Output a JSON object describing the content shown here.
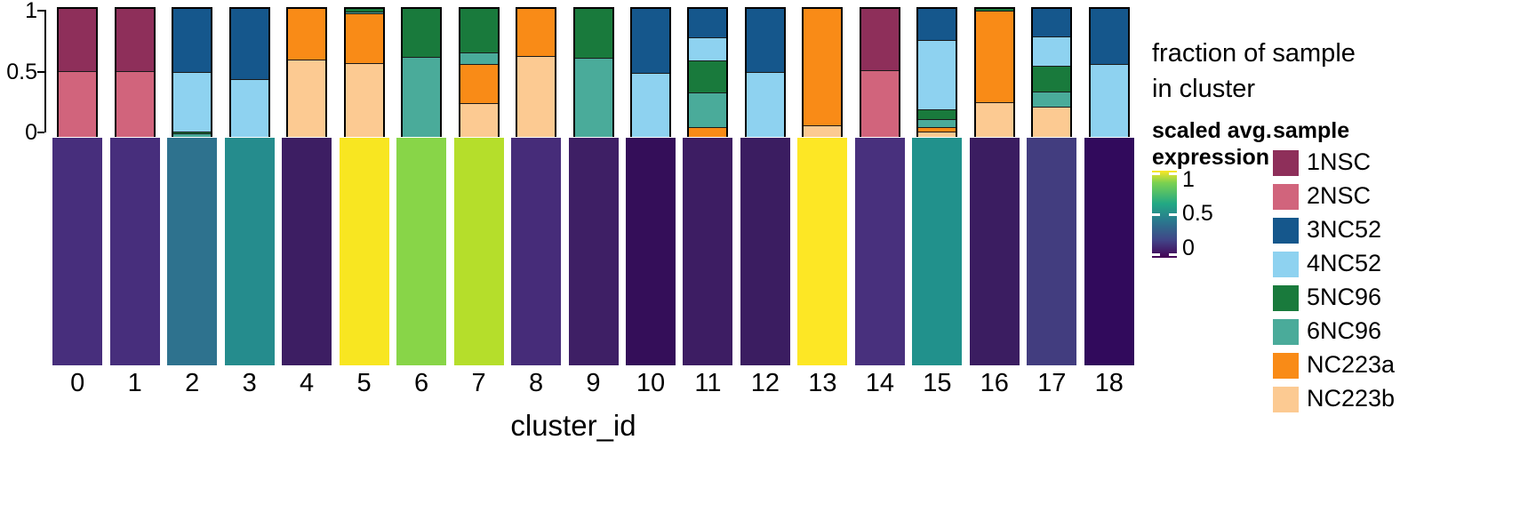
{
  "chart_data": {
    "type": "bar",
    "title": "",
    "xlabel": "cluster_id",
    "ylabel": "fraction of sample in cluster",
    "ylim": [
      0,
      1
    ],
    "yticks": [
      "0",
      "0.5",
      "1"
    ],
    "ytick_values": [
      0,
      0.5,
      1
    ],
    "grid": false,
    "stacked": true,
    "categories": [
      "0",
      "1",
      "2",
      "3",
      "4",
      "5",
      "6",
      "7",
      "8",
      "9",
      "10",
      "11",
      "12",
      "13",
      "14",
      "15",
      "16",
      "17",
      "18"
    ],
    "series": [
      {
        "name": "1NSC",
        "color": "#8e2f5a",
        "values": [
          0.49,
          0.49,
          0.0,
          0.0,
          0.0,
          0.0,
          0.0,
          0.0,
          0.0,
          0.0,
          0.0,
          0.0,
          0.0,
          0.0,
          0.485,
          0.0,
          0.0,
          0.0,
          0.0
        ]
      },
      {
        "name": "2NSC",
        "color": "#d1647c",
        "values": [
          0.51,
          0.51,
          0.0,
          0.0,
          0.0,
          0.0,
          0.0,
          0.0,
          0.0,
          0.0,
          0.0,
          0.0,
          0.0,
          0.0,
          0.515,
          0.0,
          0.0,
          0.0,
          0.0
        ]
      },
      {
        "name": "3NC52",
        "color": "#15578c",
        "values": [
          0.0,
          0.0,
          0.5,
          0.555,
          0.0,
          0.0,
          0.0,
          0.0,
          0.0,
          0.0,
          0.505,
          0.23,
          0.5,
          0.0,
          0.0,
          0.25,
          0.0,
          0.22,
          0.44
        ]
      },
      {
        "name": "4NC52",
        "color": "#8ed2f0",
        "values": [
          0.0,
          0.0,
          0.465,
          0.445,
          0.0,
          0.0,
          0.0,
          0.0,
          0.0,
          0.0,
          0.495,
          0.18,
          0.5,
          0.0,
          0.0,
          0.54,
          0.0,
          0.23,
          0.56
        ]
      },
      {
        "name": "5NC96",
        "color": "#197a3c",
        "values": [
          0.0,
          0.0,
          0.015,
          0.0,
          0.0,
          0.03,
          0.38,
          0.345,
          0.0,
          0.39,
          0.0,
          0.25,
          0.0,
          0.0,
          0.0,
          0.075,
          0.02,
          0.2,
          0.0
        ]
      },
      {
        "name": "6NC96",
        "color": "#4aab9a",
        "values": [
          0.0,
          0.0,
          0.02,
          0.0,
          0.0,
          0.015,
          0.62,
          0.09,
          0.0,
          0.61,
          0.0,
          0.27,
          0.0,
          0.0,
          0.0,
          0.065,
          0.0,
          0.12,
          0.0
        ]
      },
      {
        "name": "NC223a",
        "color": "#f98b17",
        "values": [
          0.0,
          0.0,
          0.0,
          0.0,
          0.405,
          0.385,
          0.0,
          0.31,
          0.375,
          0.0,
          0.0,
          0.07,
          0.0,
          0.92,
          0.0,
          0.035,
          0.715,
          0.0,
          0.0
        ]
      },
      {
        "name": "NC223b",
        "color": "#fcca92",
        "values": [
          0.0,
          0.0,
          0.0,
          0.0,
          0.595,
          0.57,
          0.0,
          0.255,
          0.625,
          0.0,
          0.0,
          0.0,
          0.0,
          0.08,
          0.0,
          0.035,
          0.265,
          0.23,
          0.0
        ]
      }
    ],
    "heatmap": {
      "name": "scaled avg. expression",
      "range": [
        0,
        1
      ],
      "ticks": [
        "0",
        "0.5",
        "1"
      ],
      "values": [
        0.21,
        0.21,
        0.46,
        0.53,
        0.13,
        0.98,
        0.87,
        0.9,
        0.21,
        0.17,
        0.1,
        0.13,
        0.13,
        0.98,
        0.22,
        0.53,
        0.13,
        0.16,
        0.06
      ],
      "colors": [
        "#472e7c",
        "#472e7c",
        "#2e728e",
        "#258c8d",
        "#3d1e63",
        "#f8e621",
        "#88d548",
        "#b5de2b",
        "#462c79",
        "#3e1f65",
        "#340e59",
        "#3d1d63",
        "#3b1d61",
        "#fde725",
        "#48307d",
        "#21918c",
        "#3b1d61",
        "#423d7f",
        "#310a5c"
      ]
    }
  },
  "axes": {
    "y_title_line1": "fraction of sample",
    "y_title_line2": "in cluster",
    "x_title": "cluster_id"
  },
  "legends": {
    "gradient": {
      "title_line1": "scaled avg.",
      "title_line2": "expression",
      "labels": [
        "1",
        "0.5",
        "0"
      ]
    },
    "sample": {
      "title": "sample",
      "items": [
        {
          "label": "1NSC",
          "color": "#8e2f5a"
        },
        {
          "label": "2NSC",
          "color": "#d1647c"
        },
        {
          "label": "3NC52",
          "color": "#15578c"
        },
        {
          "label": "4NC52",
          "color": "#8ed2f0"
        },
        {
          "label": "5NC96",
          "color": "#197a3c"
        },
        {
          "label": "6NC96",
          "color": "#4aab9a"
        },
        {
          "label": "NC223a",
          "color": "#f98b17"
        },
        {
          "label": "NC223b",
          "color": "#fcca92"
        }
      ]
    }
  }
}
